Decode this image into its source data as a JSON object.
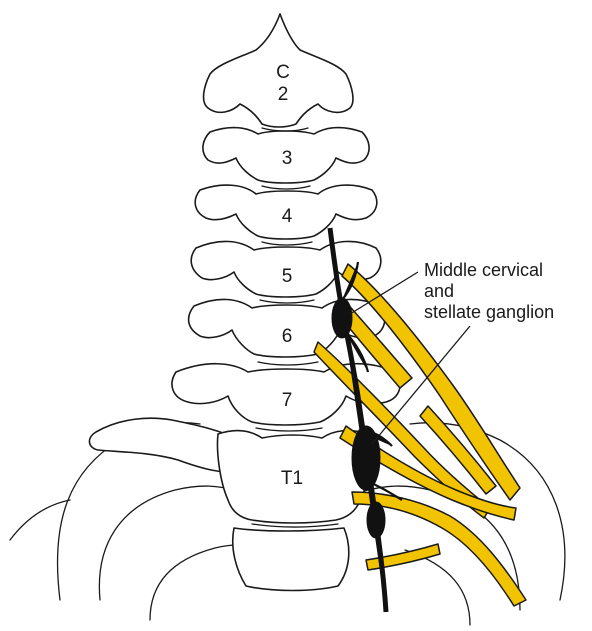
{
  "figure": {
    "vertebra_labels": [
      "C",
      "2",
      "3",
      "4",
      "5",
      "6",
      "7",
      "T1"
    ],
    "callout": {
      "line1": "Middle cervical",
      "line2": "and",
      "line3": "stellate ganglion"
    },
    "colors": {
      "nerve": "#f2c300",
      "ganglion": "#111111",
      "outline": "#1a1a1a",
      "background": "#ffffff"
    }
  }
}
